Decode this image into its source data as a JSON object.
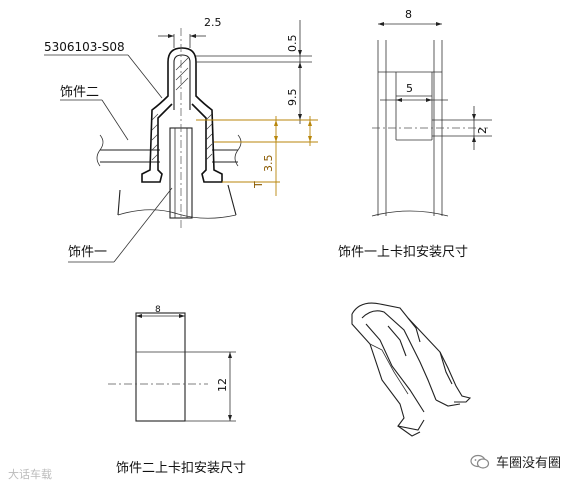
{
  "view1": {
    "part_number": "5306103-S08",
    "label_part2": "饰件二",
    "label_part1": "饰件一",
    "dim_top": "2.5",
    "dim_gap": "0.5",
    "dim_height": "9.5",
    "dim_lower": "3.5",
    "dim_t": "T"
  },
  "view2": {
    "dim_width": "8",
    "dim_slot": "5",
    "dim_side": "2",
    "caption": "饰件一上卡扣安装尺寸"
  },
  "view3": {
    "dim_width": "8",
    "dim_height": "12",
    "caption": "饰件二上卡扣安装尺寸"
  },
  "footer": {
    "watermark": "大话车载",
    "brand": "车圈没有圈"
  }
}
